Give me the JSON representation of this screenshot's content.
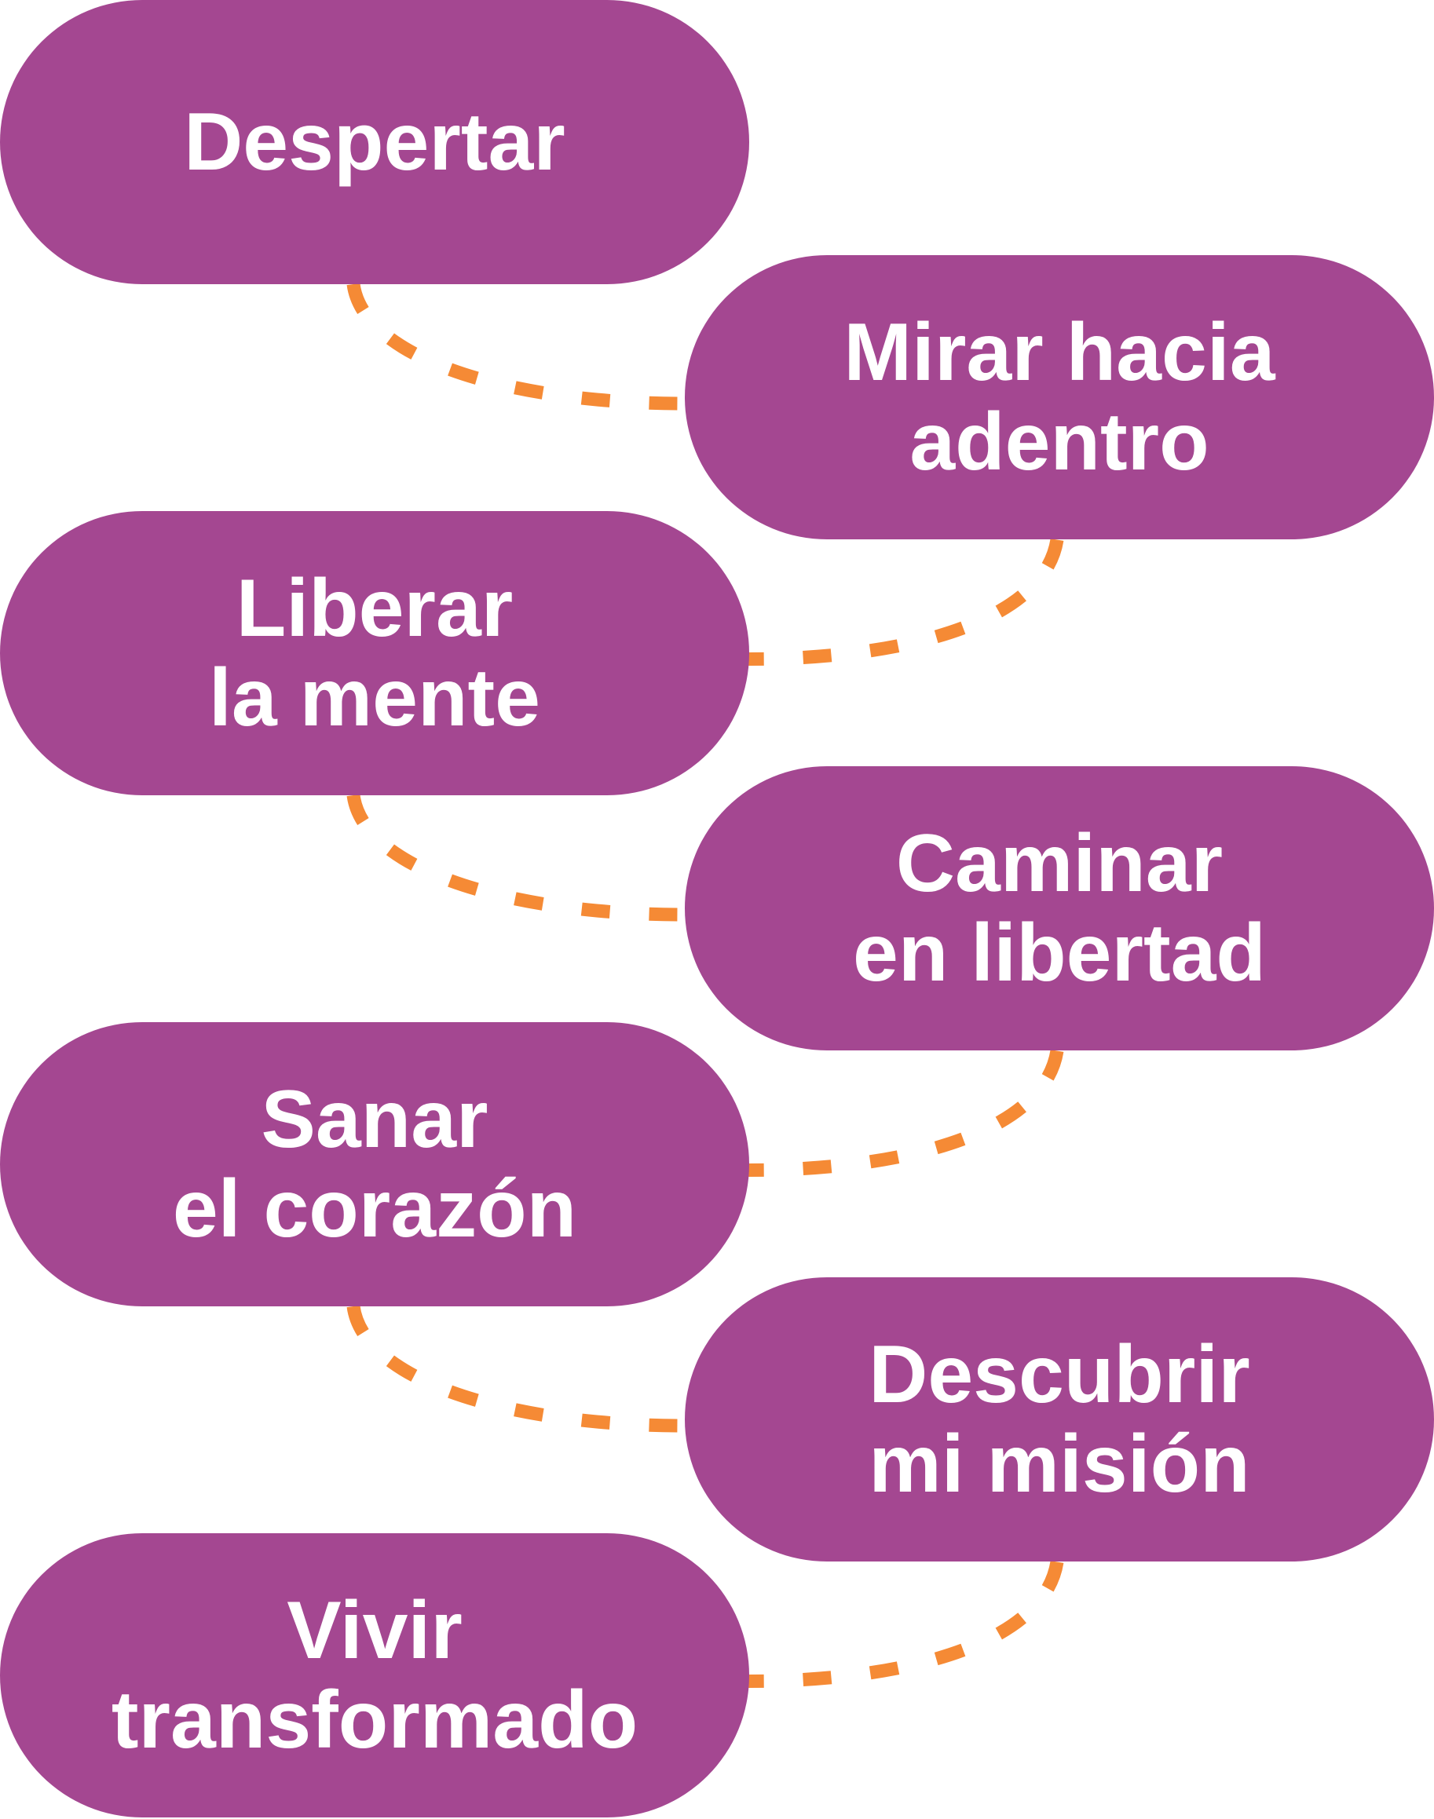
{
  "colors": {
    "pill": "#A44791",
    "connector": "#F58A35",
    "background": "#FFFFFF"
  },
  "steps": [
    {
      "lines": [
        "Despertar"
      ]
    },
    {
      "lines": [
        "Mirar hacia",
        "adentro"
      ]
    },
    {
      "lines": [
        "Liberar",
        "la mente"
      ]
    },
    {
      "lines": [
        "Caminar",
        "en libertad"
      ]
    },
    {
      "lines": [
        "Sanar",
        "el corazón"
      ]
    },
    {
      "lines": [
        "Descubrir",
        "mi misión"
      ]
    },
    {
      "lines": [
        "Vivir",
        "transformado"
      ]
    }
  ]
}
